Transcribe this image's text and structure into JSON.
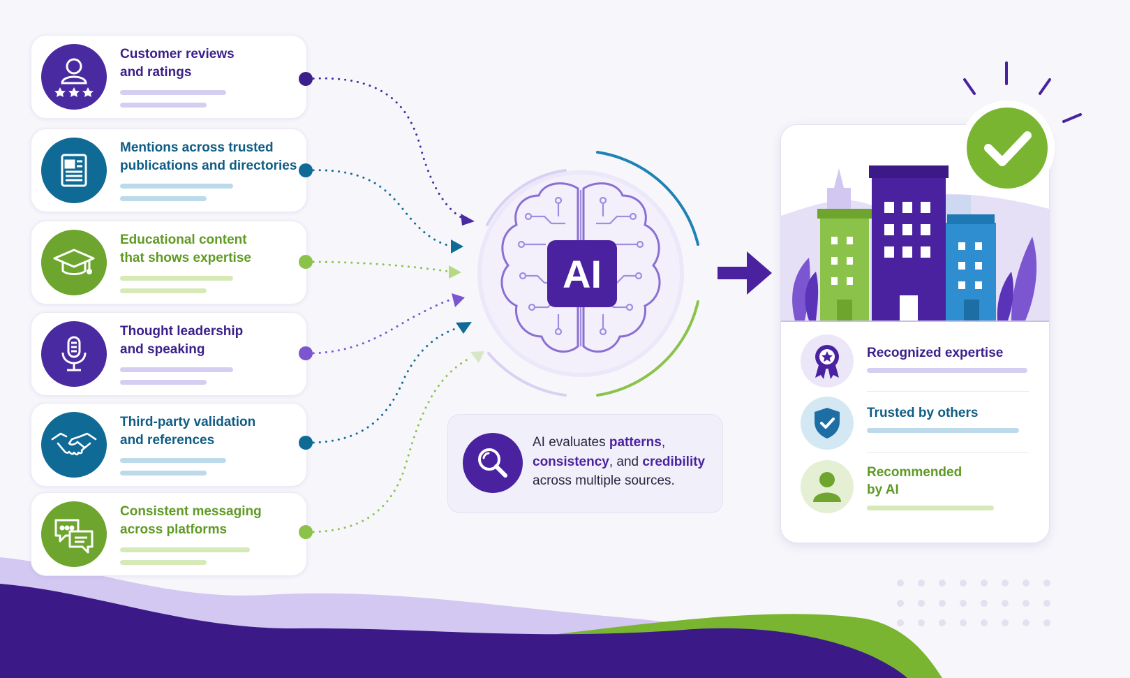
{
  "sources": [
    {
      "title_line1": "Customer reviews",
      "title_line2": "and ratings",
      "icon": "person-stars-icon",
      "color": "#4a2aa0"
    },
    {
      "title_line1": "Mentions across trusted",
      "title_line2": "publications and directories",
      "icon": "newspaper-icon",
      "color": "#0f6a96"
    },
    {
      "title_line1": "Educational content",
      "title_line2": "that shows expertise",
      "icon": "graduation-cap-icon",
      "color": "#6da52e"
    },
    {
      "title_line1": "Thought leadership",
      "title_line2": "and speaking",
      "icon": "microphone-icon",
      "color": "#4a2aa0"
    },
    {
      "title_line1": "Third-party validation",
      "title_line2": "and references",
      "icon": "handshake-icon",
      "color": "#0f6a96"
    },
    {
      "title_line1": "Consistent messaging",
      "title_line2": "across platforms",
      "icon": "chat-bubbles-icon",
      "color": "#6da52e"
    }
  ],
  "ai": {
    "label": "AI",
    "icon": "brain-circuit-icon"
  },
  "evaluation": {
    "icon": "magnifier-icon",
    "text_1": "AI evaluates ",
    "bold_1": "patterns",
    "text_2": ",",
    "bold_2": "consistency",
    "text_3": ", and ",
    "bold_3": "credibility",
    "text_4": "across multiple sources."
  },
  "result": {
    "illustration": "city-buildings-icon",
    "badge_icon": "checkmark-icon",
    "outcomes": [
      {
        "line1": "Recognized expertise",
        "line2": "",
        "icon": "award-ribbon-icon",
        "color": "#4a2aa0"
      },
      {
        "line1": "Trusted by others",
        "line2": "",
        "icon": "shield-check-icon",
        "color": "#0f6a96"
      },
      {
        "line1": "Recommended",
        "line2": "by AI",
        "icon": "person-icon",
        "color": "#6da52e"
      }
    ]
  },
  "colors": {
    "purple": "#4a2aa0",
    "blue": "#0f6a96",
    "green": "#7ab532",
    "lavender": "#d5cdf2"
  }
}
